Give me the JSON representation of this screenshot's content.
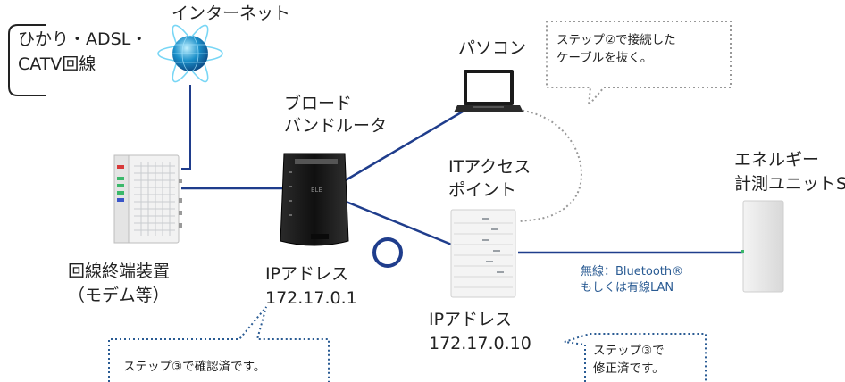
{
  "labels": {
    "internet": "インターネット",
    "isp_types": "ひかり・ADSL・\nCATV回線",
    "pc": "パソコン",
    "router": "ブロード\nバンドルータ",
    "access_point": "ITアクセス\nポイント",
    "energy_unit": "エネルギー\n計測ユニットS",
    "modem": "回線終端装置\n（モデム等）",
    "router_ip": "IPアドレス\n172.17.0.1",
    "ap_ip": "IPアドレス\n172.17.0.10",
    "wireless_link": "無線：Bluetooth®\nもしくは有線LAN"
  },
  "callouts": {
    "pc_callout": "ステップ②で接続した\nケーブルを抜く。",
    "router_callout": "ステップ③で確認済です。",
    "ap_callout": "ステップ③で\n修正済です。"
  },
  "colors": {
    "cable": "#1f3d8c",
    "callout_border": "#2a5b93",
    "dotted_gray": "#999999",
    "globe": "#1a8fc9",
    "text_blue": "#2a5b93"
  }
}
